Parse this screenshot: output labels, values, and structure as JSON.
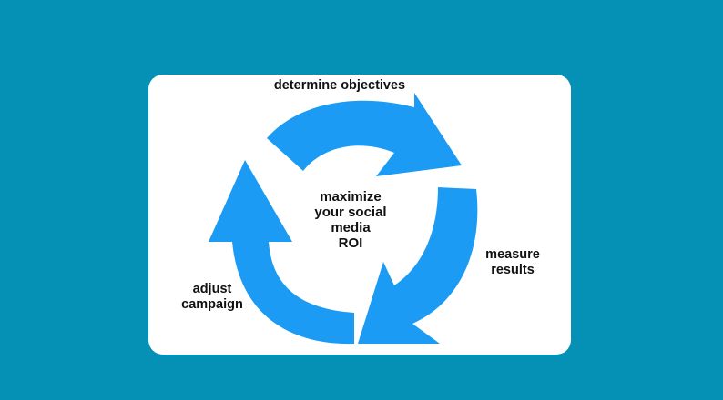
{
  "diagram": {
    "center_text": [
      "maximize",
      "your social",
      "media",
      "ROI"
    ],
    "steps": [
      {
        "lines": [
          "determine objectives"
        ]
      },
      {
        "lines": [
          "measure",
          "results"
        ]
      },
      {
        "lines": [
          "adjust",
          "campaign"
        ]
      }
    ],
    "colors": {
      "background": "#0590b5",
      "card": "#ffffff",
      "arrow": "#1b9bf4",
      "text": "#111111"
    }
  }
}
